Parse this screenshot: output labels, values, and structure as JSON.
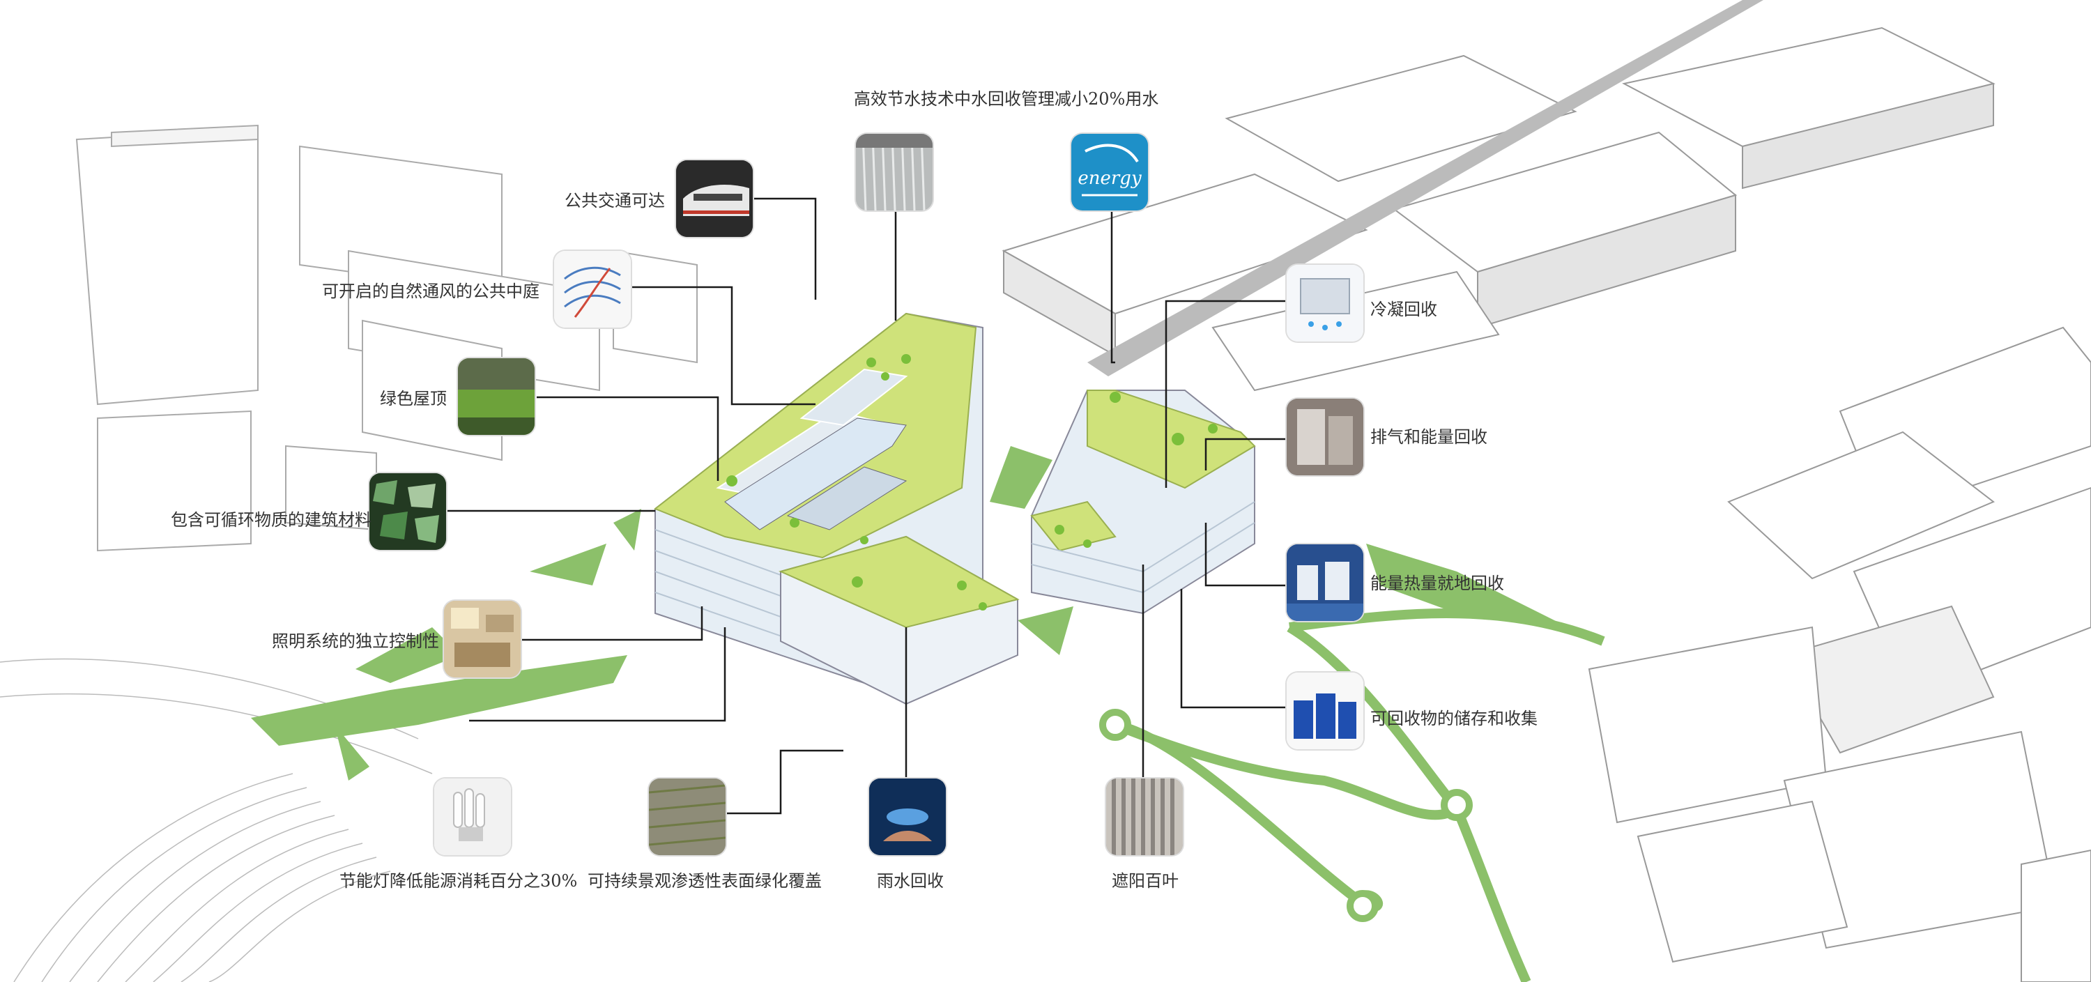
{
  "labels": {
    "water_saving": "高效节水技术中水回收管理减小20%用水",
    "transit": "公共交通可达",
    "atrium": "可开启的自然通风的公共中庭",
    "green_roof": "绿色屋顶",
    "recycled_material": "包含可循环物质的建筑材料",
    "lighting": "照明系统的独立控制性",
    "energy_lamp": "节能灯降低能源消耗百分之30%",
    "permeable": "可持续景观渗透性表面绿化覆盖",
    "rainwater": "雨水回收",
    "shading": "遮阳百叶",
    "condensate": "冷凝回收",
    "exhaust": "排气和能量回收",
    "heat_recovery": "能量热量就地回收",
    "recyclables": "可回收物的储存和收集"
  },
  "icons": {
    "energy_star": "energy-star-logo",
    "energy_star_text": "energy",
    "train": "metro-train-icon",
    "ventilation": "ventilation-diagram-icon",
    "green_roof": "green-roof-photo",
    "recycled_glass": "recycled-glass-photo",
    "office": "office-lighting-photo",
    "bulb": "energy-saving-bulb-photo",
    "paving": "permeable-paving-photo",
    "rain": "rainwater-photo",
    "louver": "shading-louver-photo",
    "shower": "water-saving-shower-photo",
    "condenser": "condensate-unit-icon",
    "exhaust": "exhaust-duct-photo",
    "heat": "heat-recovery-unit-photo",
    "bins": "recycle-bins-photo"
  },
  "colors": {
    "roof_green": "#cfe27a",
    "landscape_green": "#8cc06a",
    "leader_line": "#1a1a1a",
    "energy_blue": "#1e90c8",
    "bin_blue": "#1f4fb0"
  }
}
